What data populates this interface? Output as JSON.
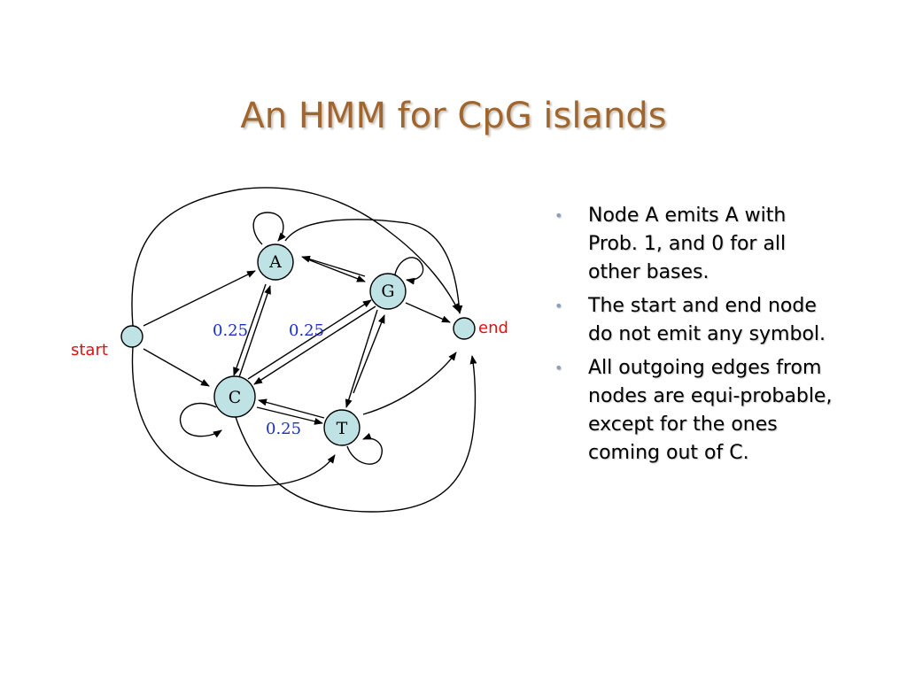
{
  "slide": {
    "title": "An HMM for CpG islands"
  },
  "diagram": {
    "nodes": [
      {
        "id": "start",
        "label": "",
        "outside_label": "start"
      },
      {
        "id": "A",
        "label": "A"
      },
      {
        "id": "G",
        "label": "G"
      },
      {
        "id": "C",
        "label": "C"
      },
      {
        "id": "T",
        "label": "T"
      },
      {
        "id": "end",
        "label": "",
        "outside_label": "end"
      }
    ],
    "edge_labels": [
      "0.25",
      "0.25",
      "0.25"
    ],
    "node_color": "#bfe3e5",
    "label_color": "#1c2fc2",
    "terminal_label_color": "#e01010"
  },
  "bullets": [
    "Node A emits A with Prob. 1, and 0 for all other bases.",
    "The start and end node do not emit any symbol.",
    "All outgoing edges from nodes are equi-probable, except for the ones coming out of C."
  ],
  "colors": {
    "title": "#a0662e",
    "bullet_marker": "#8aa0c0"
  }
}
